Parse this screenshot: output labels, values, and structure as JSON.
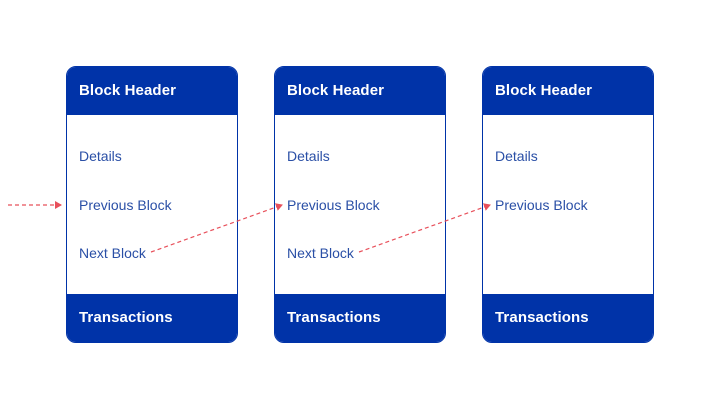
{
  "blocks": [
    {
      "header": "Block Header",
      "fields": [
        "Details",
        "Previous Block",
        "Next Block"
      ],
      "footer": "Transactions"
    },
    {
      "header": "Block Header",
      "fields": [
        "Details",
        "Previous Block",
        "Next Block"
      ],
      "footer": "Transactions"
    },
    {
      "header": "Block Header",
      "fields": [
        "Details",
        "Previous Block"
      ],
      "footer": "Transactions"
    }
  ],
  "colors": {
    "block": "#0033a8",
    "field_text": "#2a4fa6",
    "link": "#e8505b"
  }
}
